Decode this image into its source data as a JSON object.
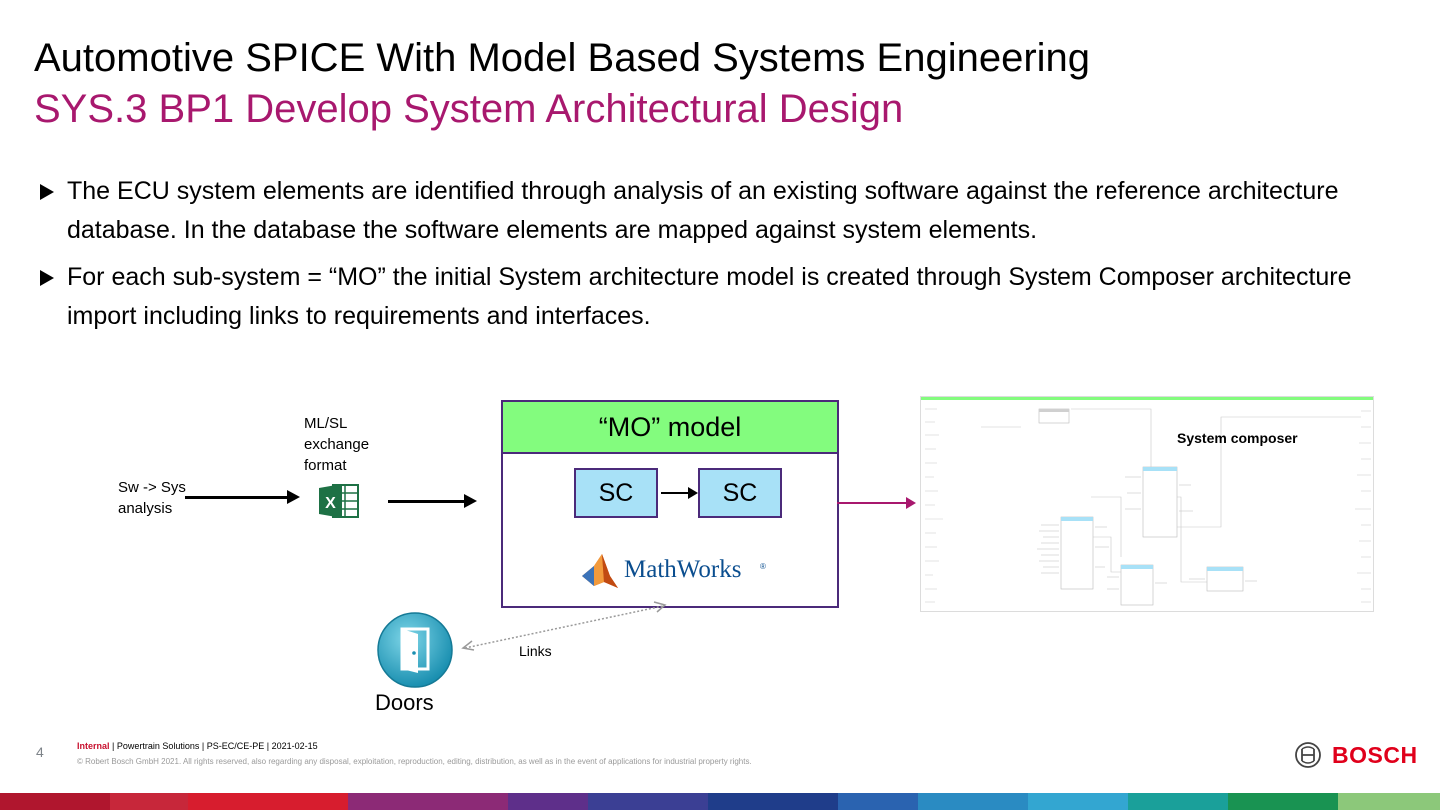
{
  "slide": {
    "title": "Automotive SPICE With Model Based Systems Engineering",
    "subtitle": "SYS.3 BP1 Develop System Architectural Design",
    "bullets": [
      "The ECU system elements are identified through analysis of an existing software against the reference architecture database. In the database the software elements are mapped against system elements.",
      "For each sub-system = “MO” the initial System architecture model is created through System Composer architecture import including links to requirements and interfaces."
    ]
  },
  "diagram": {
    "sw_sys_label": "Sw -> Sys\nanalysis",
    "mlsl_label": "ML/SL\nexchange\nformat",
    "excel_icon": "excel-icon",
    "mo_model_label": "“MO” model",
    "sc_left": "SC",
    "sc_right": "SC",
    "mathworks_label": "MathWorks",
    "system_composer_label": "System composer",
    "doors_label": "Doors",
    "links_label": "Links",
    "colors": {
      "mo_header": "#83fc7e",
      "sc_box": "#a8e1f7",
      "accent": "#a8186e",
      "border": "#4b2a7a"
    }
  },
  "footer": {
    "page_number": "4",
    "classification": "Internal",
    "meta": " | Powertrain Solutions | PS-EC/CE-PE | 2021-02-15",
    "copyright": "© Robert Bosch GmbH 2021. All rights reserved, also regarding any disposal, exploitation, reproduction, editing, distribution, as well as in the event of applications for industrial property rights.",
    "brand": "BOSCH"
  }
}
